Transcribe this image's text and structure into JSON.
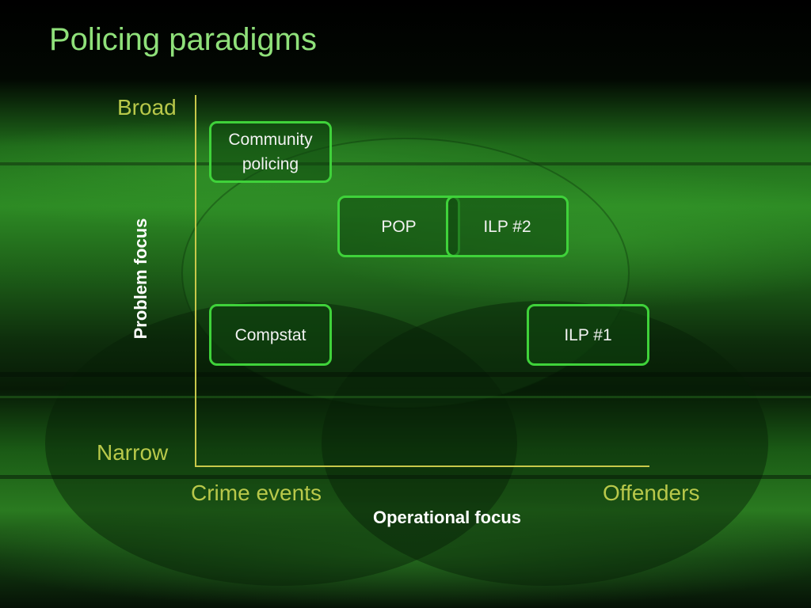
{
  "title": "Policing paradigms",
  "y_axis": {
    "title": "Problem focus",
    "top_label": "Broad",
    "bottom_label": "Narrow"
  },
  "x_axis": {
    "title": "Operational focus",
    "left_label": "Crime events",
    "right_label": "Offenders"
  },
  "boxes": {
    "community_policing": "Community\npolicing",
    "pop": "POP",
    "ilp2": "ILP  #2",
    "compstat": "Compstat",
    "ilp1": "ILP  #1"
  },
  "colors": {
    "title": "#8fe07a",
    "axis_labels": "#b8c84a",
    "box_border": "#3fd23a",
    "background_green": "#1f7a1f"
  }
}
